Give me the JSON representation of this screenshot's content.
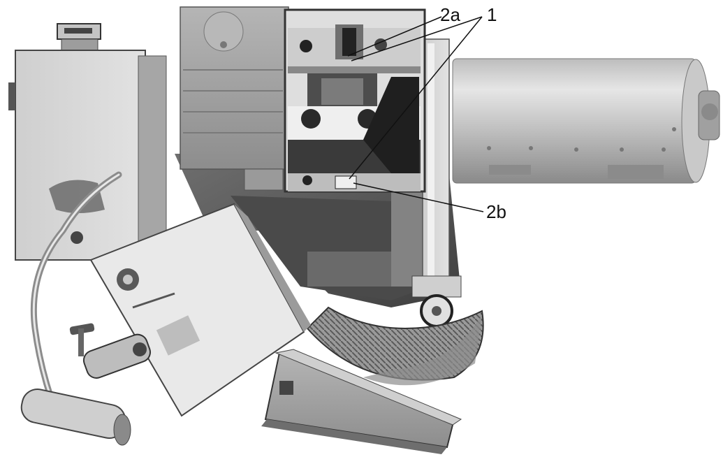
{
  "figure": {
    "colors": {
      "background": "#ffffff",
      "metal_light": "#d9d9d9",
      "metal_mid": "#a9a9a9",
      "metal_dark": "#555555",
      "shadow": "#2b2b2b",
      "leader_line": "#111111"
    },
    "callouts": [
      {
        "id": "1",
        "text": "1"
      },
      {
        "id": "2a",
        "text": "2a"
      },
      {
        "id": "2b",
        "text": "2b"
      }
    ]
  }
}
